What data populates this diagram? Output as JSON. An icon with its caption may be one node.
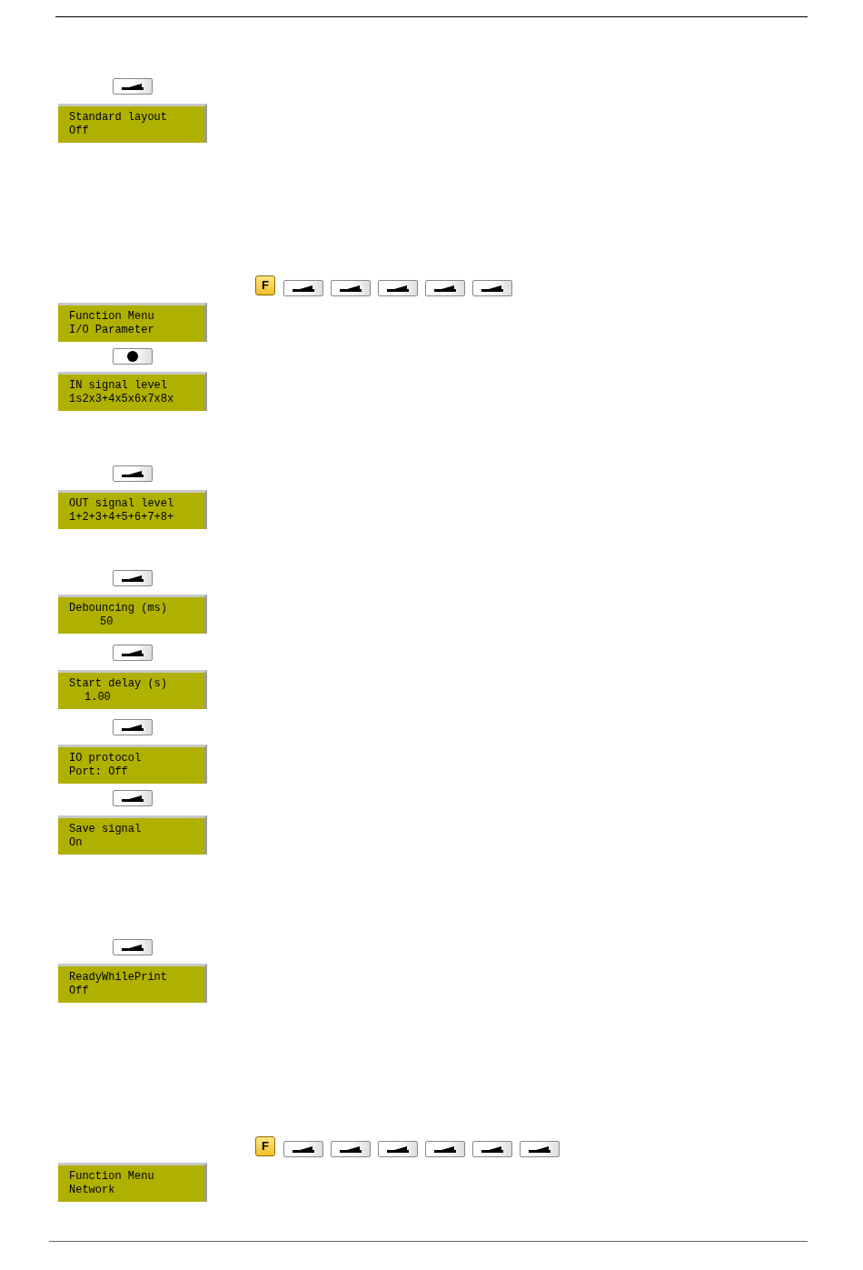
{
  "diagram": {
    "nodes": [
      {
        "text": [
          "Standard layout",
          "Off"
        ]
      },
      {
        "text": [
          "Function Menu",
          "I/O Parameter"
        ]
      },
      {
        "text": [
          "IN signal level",
          "1s2x3+4x5x6x7x8x"
        ]
      },
      {
        "text": [
          "OUT signal level",
          "1+2+3+4+5+6+7+8+"
        ]
      },
      {
        "text": [
          "Debouncing (ms)",
          "50"
        ]
      },
      {
        "text": [
          "Start delay (s)",
          "1.00"
        ]
      },
      {
        "text": [
          "IO protocol",
          "Port: Off"
        ]
      },
      {
        "text": [
          "Save signal",
          "On"
        ]
      },
      {
        "text": [
          "ReadyWhilePrint",
          "Off"
        ]
      },
      {
        "text": [
          "Function Menu",
          "Network"
        ]
      }
    ],
    "labels": [
      "F",
      "F"
    ]
  }
}
